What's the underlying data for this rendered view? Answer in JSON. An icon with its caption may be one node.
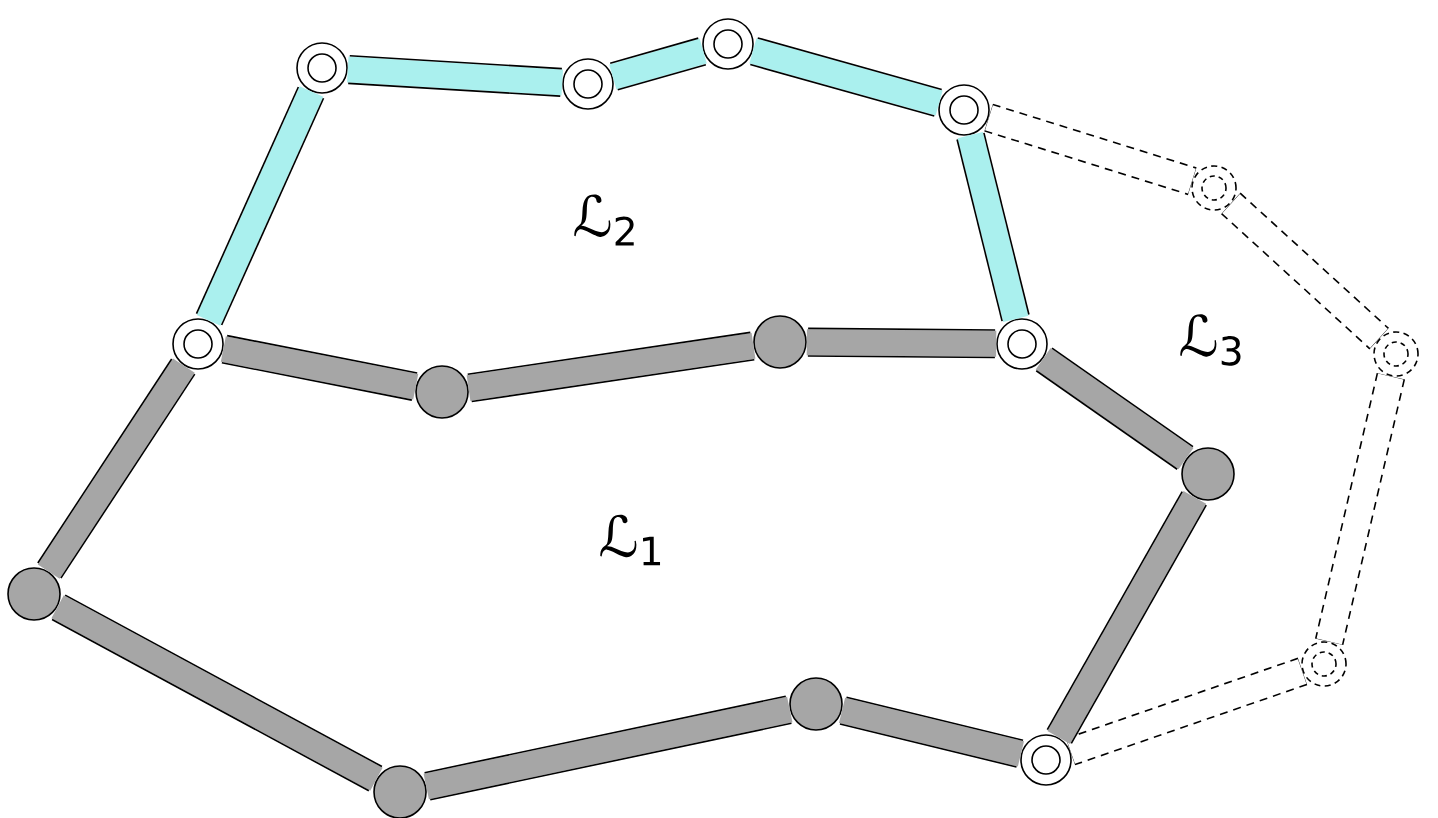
{
  "diagram": {
    "nodes": [
      {
        "text": [],
        "shape": "circle"
      },
      {
        "text": [],
        "shape": "circle"
      },
      {
        "text": [],
        "shape": "circle"
      },
      {
        "text": [],
        "shape": "circle"
      },
      {
        "text": [],
        "shape": "circle"
      },
      {
        "text": [],
        "shape": "circle"
      },
      {
        "text": [],
        "shape": "circle"
      },
      {
        "text": [],
        "shape": "circle"
      },
      {
        "text": [],
        "shape": "circle"
      },
      {
        "text": [],
        "shape": "circle"
      },
      {
        "text": [],
        "shape": "circle"
      },
      {
        "text": [],
        "shape": "circle"
      },
      {
        "text": [],
        "shape": "circle"
      },
      {
        "text": [],
        "shape": "circle"
      },
      {
        "text": [],
        "shape": "circle"
      },
      {
        "text": [],
        "shape": "circle"
      }
    ],
    "edges": [
      {
        "from": 5,
        "to": 0,
        "arrow": "none",
        "color": "#aaf0ee"
      },
      {
        "from": 0,
        "to": 1,
        "arrow": "none",
        "color": "#aaf0ee"
      },
      {
        "from": 1,
        "to": 2,
        "arrow": "none",
        "color": "#aaf0ee"
      },
      {
        "from": 2,
        "to": 3,
        "arrow": "none",
        "color": "#aaf0ee"
      },
      {
        "from": 3,
        "to": 7,
        "arrow": "none",
        "color": "#aaf0ee"
      },
      {
        "from": 3,
        "to": 4,
        "arrow": "none",
        "style": "dashed",
        "color": "#000000"
      },
      {
        "from": 4,
        "to": 8,
        "arrow": "none",
        "style": "dashed",
        "color": "#000000"
      },
      {
        "from": 8,
        "to": 12,
        "arrow": "none",
        "style": "dashed",
        "color": "#000000"
      },
      {
        "from": 12,
        "to": 14,
        "arrow": "none",
        "style": "dashed",
        "color": "#000000"
      },
      {
        "from": 5,
        "to": 9,
        "arrow": "none"
      },
      {
        "from": 9,
        "to": 6,
        "arrow": "none"
      },
      {
        "from": 6,
        "to": 7,
        "arrow": "none"
      },
      {
        "from": 7,
        "to": 10,
        "arrow": "none"
      },
      {
        "from": 10,
        "to": 14,
        "arrow": "none"
      },
      {
        "from": 14,
        "to": 13,
        "arrow": "none"
      },
      {
        "from": 13,
        "to": 15,
        "arrow": "none"
      },
      {
        "from": 15,
        "to": 11,
        "arrow": "none"
      },
      {
        "from": 11,
        "to": 5,
        "arrow": "none"
      }
    ],
    "labels": [
      "ℒ$_{2}$",
      "ℒ$_{3}$",
      "ℒ$_{1}$"
    ]
  }
}
